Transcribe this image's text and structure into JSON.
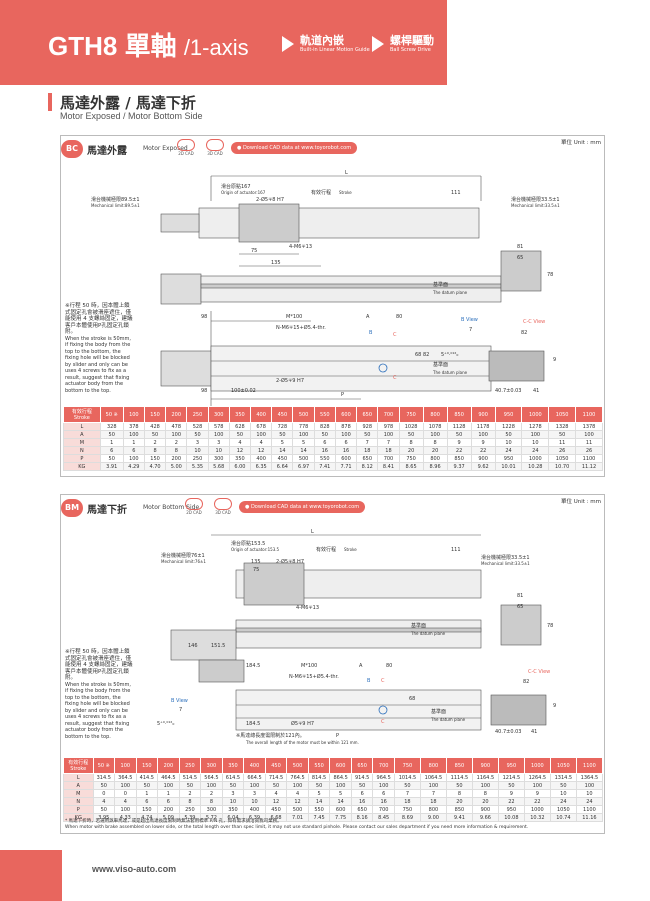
{
  "header": {
    "title": "GTH8 單軸",
    "title_sub": "/1-axis",
    "nav": [
      {
        "zh": "軌道內嵌",
        "en": "Built-in Linear Motion Guide"
      },
      {
        "zh": "螺桿驅動",
        "en": "Ball Screw Drive"
      }
    ]
  },
  "section": {
    "title_zh": "馬達外露 / 馬達下折",
    "title_en": "Motor Exposed / Motor Bottom Side"
  },
  "panel_bc": {
    "badge": "BC",
    "title_zh": "馬達外露",
    "title_en": "Motor Exposed",
    "cad2d": "2D CAD",
    "cad3d": "3D CAD",
    "download": "● Download CAD data at www.toyorobot.com",
    "unit": "單位 Unit : mm",
    "labels": {
      "L": "L",
      "origin_zh": "滑台原點167",
      "origin_en": "Origin of actuator:167",
      "stroke_zh": "有效行程",
      "stroke_en": "Stroke",
      "right_limit": "111",
      "left_mech_zh": "滑台機械極限89.5±1",
      "left_mech_en": "Mechanical limit:89.5±1",
      "right_mech_zh": "滑台機械極限33.5±1",
      "right_mech_en": "Mechanical limit:33.5±1",
      "pin": "2-Ø5∓8 H7",
      "d75": "75",
      "d135": "135",
      "m6": "4-M6∓13",
      "d81": "81",
      "d65": "65",
      "d78": "78",
      "datum_zh": "基準面",
      "datum_en": "The datum plane",
      "d98": "98",
      "mstar": "M*100",
      "A": "A",
      "d80": "80",
      "nm6": "N-M6∓15+Ø5.4-thr.",
      "B": "B",
      "C": "C",
      "d68": "68",
      "d82": "82",
      "d5": "5⁺⁰·⁰¹²₀",
      "pin2": "2-Ø5∓9 H7",
      "P": "P",
      "d100": "100±0.02",
      "bview": "B View",
      "d7": "7",
      "ccview": "C-C View",
      "d82b": "82",
      "d9": "9",
      "d407": "40.7±0.03",
      "d41": "41"
    },
    "note_zh": "※行程 50 時，因本體上鎖式固定孔會被滑座遮住，僅能使用 4 支螺絲固定，建議客戶本體使用P孔固定孔鎖附。",
    "note_en": "When the stroke is 50mm, if fixing the body from the top to the bottom, the fixing hole will be blocked by slider and only can be uses 4 screws to fix as a result, suggest that fixing actuator body from the bottom to the top.",
    "table": {
      "header_zh": "有效行程",
      "header_en": "Stroke",
      "strokes": [
        "50 ※",
        "100",
        "150",
        "200",
        "250",
        "300",
        "350",
        "400",
        "450",
        "500",
        "550",
        "600",
        "650",
        "700",
        "750",
        "800",
        "850",
        "900",
        "950",
        "1000",
        "1050",
        "1100"
      ],
      "rows": [
        {
          "label": "L",
          "values": [
            "328",
            "378",
            "428",
            "478",
            "528",
            "578",
            "628",
            "678",
            "728",
            "778",
            "828",
            "878",
            "928",
            "978",
            "1028",
            "1078",
            "1128",
            "1178",
            "1228",
            "1278",
            "1328",
            "1378"
          ]
        },
        {
          "label": "A",
          "values": [
            "50",
            "100",
            "50",
            "100",
            "50",
            "100",
            "50",
            "100",
            "50",
            "100",
            "50",
            "100",
            "50",
            "100",
            "50",
            "100",
            "50",
            "100",
            "50",
            "100",
            "50",
            "100"
          ]
        },
        {
          "label": "M",
          "values": [
            "1",
            "1",
            "2",
            "2",
            "3",
            "3",
            "4",
            "4",
            "5",
            "5",
            "6",
            "6",
            "7",
            "7",
            "8",
            "8",
            "9",
            "9",
            "10",
            "10",
            "11",
            "11"
          ]
        },
        {
          "label": "N",
          "values": [
            "6",
            "6",
            "8",
            "8",
            "10",
            "10",
            "12",
            "12",
            "14",
            "14",
            "16",
            "16",
            "18",
            "18",
            "20",
            "20",
            "22",
            "22",
            "24",
            "24",
            "26",
            "26"
          ]
        },
        {
          "label": "P",
          "values": [
            "50",
            "100",
            "150",
            "200",
            "250",
            "300",
            "350",
            "400",
            "450",
            "500",
            "550",
            "600",
            "650",
            "700",
            "750",
            "800",
            "850",
            "900",
            "950",
            "1000",
            "1050",
            "1100"
          ]
        },
        {
          "label": "KG",
          "values": [
            "3.91",
            "4.29",
            "4.70",
            "5.00",
            "5.35",
            "5.68",
            "6.00",
            "6.35",
            "6.64",
            "6.97",
            "7.41",
            "7.71",
            "8.12",
            "8.41",
            "8.65",
            "8.96",
            "9.37",
            "9.62",
            "10.01",
            "10.28",
            "10.70",
            "11.12"
          ]
        }
      ]
    }
  },
  "panel_bm": {
    "badge": "BM",
    "title_zh": "馬達下折",
    "title_en": "Motor Bottom Side",
    "cad2d": "2D CAD",
    "cad3d": "3D CAD",
    "download": "● Download CAD data at www.toyorobot.com",
    "unit": "單位 Unit : mm",
    "labels": {
      "L": "L",
      "origin_zh": "滑台原點153.5",
      "origin_en": "Origin of actuator:153.5",
      "stroke_zh": "有效行程",
      "stroke_en": "Stroke",
      "right_limit": "111",
      "left_mech_zh": "滑台機械極限76±1",
      "left_mech_en": "Mechanical limit:76±1",
      "right_mech_zh": "滑台機械極限33.5±1",
      "right_mech_en": "Mechanical limit:33.5±1",
      "d135": "135",
      "pin": "2-Ø5∓8 H7",
      "d75": "75",
      "m6": "4-M6∓13",
      "d81": "81",
      "d65": "65",
      "d78": "78",
      "datum_zh": "基準面",
      "datum_en": "The datum plane",
      "d146": "146",
      "d1515": "151.5",
      "d1845": "184.5",
      "mstar": "M*100",
      "A": "A",
      "d80": "80",
      "nm6": "N-M6∓15+Ø5.4-thr.",
      "B": "B",
      "C": "C",
      "d68": "68",
      "bview": "B View",
      "d7": "7",
      "d5": "5⁺⁰·⁰¹²₀",
      "d1845b": "184.5",
      "pin2": "Ø5∓9 H7",
      "P": "P",
      "motor_zh": "※馬達總長度需限制於121內。",
      "motor_en": "The overall length of the motor must be within 121 mm.",
      "ccview": "C-C View",
      "d82": "82",
      "d9": "9",
      "d407": "40.7±0.03",
      "d41": "41"
    },
    "note_zh": "※行程 50 時，因本體上鎖式固定孔會被滑座遮住，僅能使用 4 支螺絲固定，建議客戶本體使用P孔固定孔鎖附。",
    "note_en": "When the stroke is 50mm, if fixing the body from the top to the bottom, the fixing hole will be blocked by slider and only can be uses 4 screws to fix as a result, suggest that fixing actuator body from the bottom to the top.",
    "table": {
      "header_zh": "有效行程",
      "header_en": "Stroke",
      "strokes": [
        "50 ※",
        "100",
        "150",
        "200",
        "250",
        "300",
        "350",
        "400",
        "450",
        "500",
        "550",
        "600",
        "650",
        "700",
        "750",
        "800",
        "850",
        "900",
        "950",
        "1000",
        "1050",
        "1100"
      ],
      "rows": [
        {
          "label": "L",
          "values": [
            "314.5",
            "364.5",
            "414.5",
            "464.5",
            "514.5",
            "564.5",
            "614.5",
            "664.5",
            "714.5",
            "764.5",
            "814.5",
            "864.5",
            "914.5",
            "964.5",
            "1014.5",
            "1064.5",
            "1114.5",
            "1164.5",
            "1214.5",
            "1264.5",
            "1314.5",
            "1364.5"
          ]
        },
        {
          "label": "A",
          "values": [
            "50",
            "100",
            "50",
            "100",
            "50",
            "100",
            "50",
            "100",
            "50",
            "100",
            "50",
            "100",
            "50",
            "100",
            "50",
            "100",
            "50",
            "100",
            "50",
            "100",
            "50",
            "100"
          ]
        },
        {
          "label": "M",
          "values": [
            "0",
            "0",
            "1",
            "1",
            "2",
            "2",
            "3",
            "3",
            "4",
            "4",
            "5",
            "5",
            "6",
            "6",
            "7",
            "7",
            "8",
            "8",
            "9",
            "9",
            "10",
            "10"
          ]
        },
        {
          "label": "N",
          "values": [
            "4",
            "4",
            "6",
            "6",
            "8",
            "8",
            "10",
            "10",
            "12",
            "12",
            "14",
            "14",
            "16",
            "16",
            "18",
            "18",
            "20",
            "20",
            "22",
            "22",
            "24",
            "24"
          ]
        },
        {
          "label": "P",
          "values": [
            "50",
            "100",
            "150",
            "200",
            "250",
            "300",
            "350",
            "400",
            "450",
            "500",
            "550",
            "600",
            "650",
            "700",
            "750",
            "800",
            "850",
            "900",
            "950",
            "1000",
            "1050",
            "1100"
          ]
        },
        {
          "label": "KG",
          "values": [
            "3.95",
            "4.33",
            "4.74",
            "5.09",
            "5.39",
            "5.72",
            "6.04",
            "6.39",
            "6.68",
            "7.01",
            "7.45",
            "7.75",
            "8.16",
            "8.45",
            "8.69",
            "9.00",
            "9.41",
            "9.66",
            "10.08",
            "10.32",
            "10.74",
            "11.16"
          ]
        }
      ]
    },
    "foot_zh": "* 馬達下折時，若選用煞車馬達，或是超出馬達長度限制時無法套用標準 P/N 孔，如有需求請洽詢我司業務。",
    "foot_en": "When motor with brake assembled on lower side, or the total length over than spec limit, it may not use standard pinhole. Please contact our sales department if you need more information & requirement."
  },
  "footer": {
    "url": "www.viso-auto.com"
  },
  "colors": {
    "accent": "#e8665e",
    "table_label": "#f8dcd9"
  }
}
